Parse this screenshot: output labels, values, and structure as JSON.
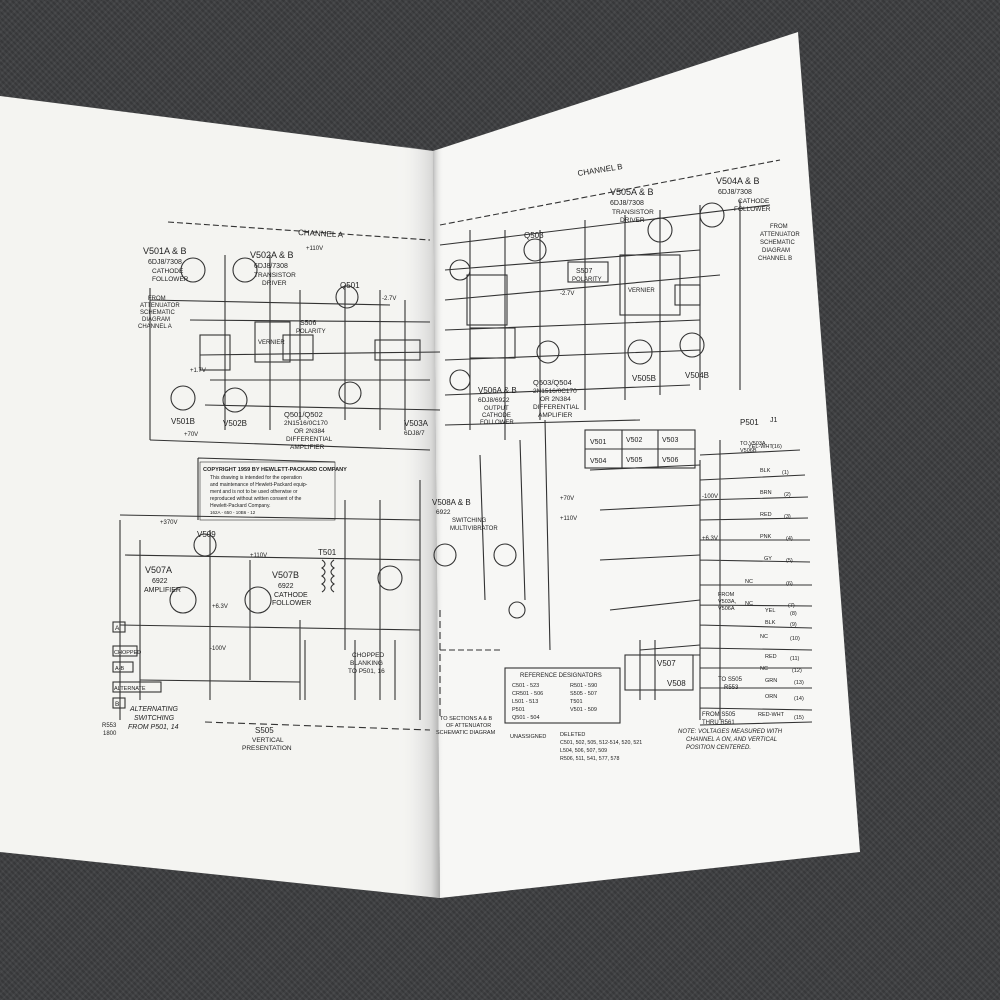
{
  "left_page": {
    "channel_title": "CHANNEL A",
    "tubes": [
      {
        "id": "v501ab",
        "label": "V501A & B"
      },
      {
        "id": "v501ab_type",
        "label": "6DJ8/7308"
      },
      {
        "id": "v501ab_fn",
        "label": "CATHODE"
      },
      {
        "id": "v501ab_fn2",
        "label": "FOLLOWER"
      },
      {
        "id": "v502ab",
        "label": "V502A & B"
      },
      {
        "id": "v502ab_type",
        "label": "6DJ8/7308"
      },
      {
        "id": "v502ab_fn",
        "label": "TRANSISTOR"
      },
      {
        "id": "v502ab_fn2",
        "label": "DRIVER"
      },
      {
        "id": "v501b",
        "label": "V501B"
      },
      {
        "id": "v502b",
        "label": "V502B"
      },
      {
        "id": "q501",
        "label": "Q501"
      },
      {
        "id": "s506",
        "label": "S506"
      },
      {
        "id": "polarity",
        "label": "POLARITY"
      },
      {
        "id": "vernier",
        "label": "VERNIER"
      },
      {
        "id": "q501q502",
        "label": "Q501/Q502"
      },
      {
        "id": "q_types",
        "label": "2N1516/0C170"
      },
      {
        "id": "q_or",
        "label": "OR 2N384"
      },
      {
        "id": "q_fn",
        "label": "DIFFERENTIAL"
      },
      {
        "id": "q_fn2",
        "label": "AMPLIFIER"
      },
      {
        "id": "v503a",
        "label": "V503A"
      },
      {
        "id": "v503a_type",
        "label": "6DJ8/7"
      },
      {
        "id": "from_att",
        "label": "FROM"
      },
      {
        "id": "from_att2",
        "label": "ATTENUATOR"
      },
      {
        "id": "from_att3",
        "label": "SCHEMATIC"
      },
      {
        "id": "from_att4",
        "label": "DIAGRAM"
      },
      {
        "id": "from_att5",
        "label": "CHANNEL A"
      }
    ],
    "copyright": [
      "COPYRIGHT 1959 BY HEWLETT-PACKARD COMPANY",
      "This drawing is intended for the operation",
      "and maintenance of Hewlett-Packard equip-",
      "ment and is not to be used otherwise or",
      "reproduced without written consent of the",
      "Hewlett-Packard Company.",
      "162A - 650 - 10B6 - 12"
    ],
    "lower": [
      {
        "id": "v509",
        "label": "V509"
      },
      {
        "id": "v507a",
        "label": "V507A"
      },
      {
        "id": "v507a_type",
        "label": "6922"
      },
      {
        "id": "v507a_fn",
        "label": "AMPLIFIER"
      },
      {
        "id": "v507b",
        "label": "V507B"
      },
      {
        "id": "v507b_type",
        "label": "6922"
      },
      {
        "id": "v507b_fn",
        "label": "CATHODE"
      },
      {
        "id": "v507b_fn2",
        "label": "FOLLOWER"
      },
      {
        "id": "t501",
        "label": "T501"
      },
      {
        "id": "chopped_blank",
        "label": "CHOPPED"
      },
      {
        "id": "chopped_blank2",
        "label": "BLANKING"
      },
      {
        "id": "chopped_blank3",
        "label": "TO P501, 16"
      },
      {
        "id": "alt_sw",
        "label": "ALTERNATING"
      },
      {
        "id": "alt_sw2",
        "label": "SWITCHING"
      },
      {
        "id": "alt_sw3",
        "label": "FROM P501, 14"
      },
      {
        "id": "s505",
        "label": "S505"
      },
      {
        "id": "s505_fn",
        "label": "VERTICAL"
      },
      {
        "id": "s505_fn2",
        "label": "PRESENTATION"
      },
      {
        "id": "r553",
        "label": "R553"
      },
      {
        "id": "r553v",
        "label": "1800"
      }
    ],
    "switch_positions": [
      "A",
      "CHOPPED",
      "A-B",
      "ALTERNATE",
      "B"
    ],
    "voltages": [
      "+370V",
      "+110V",
      "-100V",
      "+6.3V",
      "+1.7V",
      "-2.7V",
      "+70V",
      "+110V"
    ]
  },
  "right_page": {
    "channel_title": "CHANNEL B",
    "tubes": [
      {
        "id": "v505ab",
        "label": "V505A & B"
      },
      {
        "id": "v505ab_type",
        "label": "6DJ8/7308"
      },
      {
        "id": "v505ab_fn",
        "label": "TRANSISTOR"
      },
      {
        "id": "v505ab_fn2",
        "label": "DRIVER"
      },
      {
        "id": "v504ab",
        "label": "V504A & B"
      },
      {
        "id": "v504ab_type",
        "label": "6DJ8/7308"
      },
      {
        "id": "v504ab_fn",
        "label": "CATHODE"
      },
      {
        "id": "v504ab_fn2",
        "label": "FOLLOWER"
      },
      {
        "id": "q503",
        "label": "Q503"
      },
      {
        "id": "s507",
        "label": "S507"
      },
      {
        "id": "polarity",
        "label": "POLARITY"
      },
      {
        "id": "vernier",
        "label": "VERNIER"
      },
      {
        "id": "q503q504",
        "label": "Q503/Q504"
      },
      {
        "id": "q_types",
        "label": "2N1516/0C170"
      },
      {
        "id": "q_or",
        "label": "OR 2N384"
      },
      {
        "id": "q_fn",
        "label": "DIFFERENTIAL"
      },
      {
        "id": "q_fn2",
        "label": "AMPLIFIER"
      },
      {
        "id": "v506ab",
        "label": "V506A & B"
      },
      {
        "id": "v506ab_type",
        "label": "6DJ8/6922"
      },
      {
        "id": "v506ab_fn",
        "label": "OUTPUT"
      },
      {
        "id": "v506ab_fn2",
        "label": "CATHODE"
      },
      {
        "id": "v506ab_fn3",
        "label": "FOLLOWER"
      },
      {
        "id": "v505b",
        "label": "V505B"
      },
      {
        "id": "v504b",
        "label": "V504B"
      },
      {
        "id": "from_att",
        "label": "FROM"
      },
      {
        "id": "from_att2",
        "label": "ATTENUATOR"
      },
      {
        "id": "from_att3",
        "label": "SCHEMATIC"
      },
      {
        "id": "from_att4",
        "label": "DIAGRAM"
      },
      {
        "id": "from_att5",
        "label": "CHANNEL B"
      },
      {
        "id": "v508ab",
        "label": "V508A & B"
      },
      {
        "id": "v508ab_type",
        "label": "6922"
      },
      {
        "id": "v508ab_fn",
        "label": "SWITCHING"
      },
      {
        "id": "v508ab_fn2",
        "label": "MULTIVIBRATOR"
      },
      {
        "id": "v507",
        "label": "V507"
      },
      {
        "id": "v508",
        "label": "V508"
      }
    ],
    "tube_grid": [
      "V501",
      "V502",
      "V503",
      "V504",
      "V505",
      "V506"
    ],
    "connector": {
      "p501": "P501",
      "j1": "J1"
    },
    "pins": [
      {
        "l": "YEL-WHT",
        "n": "(16)"
      },
      {
        "l": "BLK",
        "n": "(1)"
      },
      {
        "l": "BRN",
        "n": "(2)"
      },
      {
        "l": "RED",
        "n": "(3)"
      },
      {
        "l": "PNK",
        "n": "(4)"
      },
      {
        "l": "GY",
        "n": "(5)"
      },
      {
        "l": "NC",
        "n": "(6)"
      },
      {
        "l": "NC",
        "n": "(7)"
      },
      {
        "l": "YEL",
        "n": "(8)"
      },
      {
        "l": "BLK",
        "n": "(9)"
      },
      {
        "l": "NC",
        "n": "(10)"
      },
      {
        "l": "RED",
        "n": "(11)"
      },
      {
        "l": "NC",
        "n": "(12)"
      },
      {
        "l": "GRN",
        "n": "(13)"
      },
      {
        "l": "ORN",
        "n": "(14)"
      },
      {
        "l": "RED-WHT",
        "n": "(15)"
      }
    ],
    "ref_title": "REFERENCE DESIGNATORS",
    "ref_rows": [
      [
        "C501 - 523",
        "R501 - 590"
      ],
      [
        "CR501 - 506",
        "S505 - 507"
      ],
      [
        "L501 - 513",
        "T501"
      ],
      [
        "P501",
        "V501 - 509"
      ],
      [
        "Q501 - 504",
        ""
      ]
    ],
    "unassigned": "UNASSIGNED",
    "deleted_title": "DELETED",
    "deleted": [
      "C501, 502, 505, 512-514, 520, 521",
      "L504, 506, 507, 509",
      "R506, 511, 541, 577, 578"
    ],
    "to_sections": [
      "TO SECTIONS A & B",
      "OF ATTENUATOR",
      "SCHEMATIC DIAGRAM"
    ],
    "note": [
      "NOTE: VOLTAGES MEASURED WITH",
      "CHANNEL A ON, AND VERTICAL",
      "POSITION CENTERED."
    ],
    "from_s505": [
      "FROM S505",
      "THRU R561"
    ],
    "to_s505": [
      "TO S505",
      "R553"
    ],
    "to_v503": [
      "TO V503A,",
      "V506B"
    ],
    "from_v503": [
      "FROM",
      "V503A,",
      "V506A"
    ],
    "voltages": [
      "+70V",
      "+110V",
      "-100V",
      "+6.3V",
      "-2.7V"
    ]
  }
}
